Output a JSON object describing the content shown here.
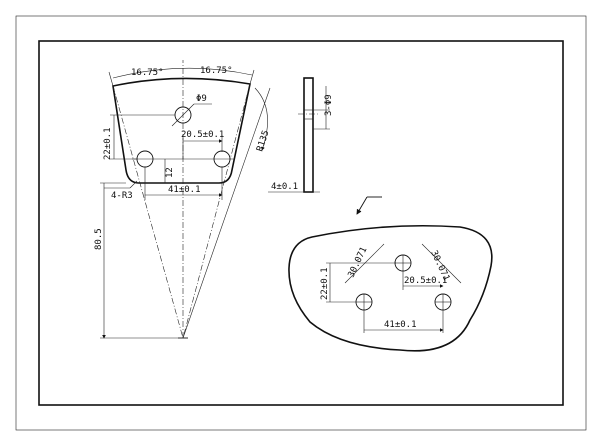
{
  "drawing": {
    "part_view": {
      "angle_left": "16.75°",
      "angle_right": "16.75°",
      "hole_dia": "Φ9",
      "vertical_offset": "22±0.1",
      "hole_spacing_inner": "20.5±0.1",
      "small_height": "12",
      "hole_spacing": "41±0.1",
      "corner_radius": "4-R3",
      "arc_radius": "R135",
      "overall_height": "80.5"
    },
    "side_view": {
      "hole_callout": "3-Φ9",
      "thickness": "4±0.1"
    },
    "detail_view": {
      "diag_left": "30.071",
      "diag_right": "30.071",
      "vertical_offset": "22±0.1",
      "hole_spacing_inner": "20.5±0.1",
      "hole_spacing": "41±0.1"
    }
  }
}
